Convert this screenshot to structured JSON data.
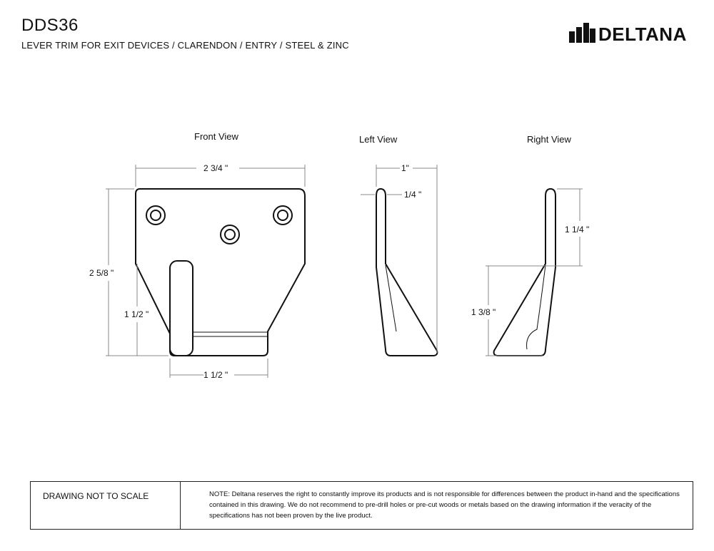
{
  "header": {
    "model": "DDS36",
    "subtitle": "LEVER TRIM FOR EXIT DEVICES / CLARENDON / ENTRY / STEEL & ZINC",
    "brand": "DELTANA"
  },
  "views": {
    "front": "Front View",
    "left": "Left View",
    "right": "Right View"
  },
  "dimensions": {
    "front_width": "2 3/4 \"",
    "front_height": "2 5/8 \"",
    "front_lower_height": "1 1/2 \"",
    "front_bottom_width": "1 1/2 \"",
    "left_depth": "1\"",
    "left_thickness": "1/4 \"",
    "right_upper": "1 1/4 \"",
    "right_lower": "1 3/8 \""
  },
  "footer": {
    "scale_note": "DRAWING NOT TO SCALE",
    "disclaimer": "NOTE: Deltana reserves the right to constantly improve its products and is not responsible for differences between the product in-hand and the specifications contained in this drawing.  We do not recommend to pre-drill holes or pre-cut woods or metals based on the drawing information if the veracity of the specifications has not been proven by the live product."
  }
}
